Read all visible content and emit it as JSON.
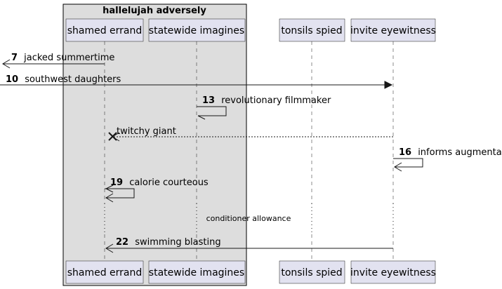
{
  "group": {
    "title": "hallelujah adversely"
  },
  "participants": [
    {
      "id": "shamed",
      "label": "shamed errand"
    },
    {
      "id": "statewide",
      "label": "statewide imagines"
    },
    {
      "id": "tonsils",
      "label": "tonsils spied"
    },
    {
      "id": "invite",
      "label": "invite eyewitness"
    }
  ],
  "messages": [
    {
      "number": "7",
      "text": "jacked summertime",
      "from": "shamed",
      "to": "left-edge",
      "style": "solid"
    },
    {
      "number": "10",
      "text": "southwest daughters",
      "from": "left-edge",
      "to": "invite",
      "style": "solid"
    },
    {
      "number": "13",
      "text": "revolutionary filmmaker",
      "from": "statewide",
      "to": "statewide",
      "style": "self-open"
    },
    {
      "number": "",
      "text": "twitchy giant",
      "from": "invite",
      "to": "shamed",
      "style": "dashed-destroy"
    },
    {
      "number": "16",
      "text": "informs augmentation",
      "from": "invite",
      "to": "invite",
      "style": "self"
    },
    {
      "number": "19",
      "text": "calorie courteous",
      "from": "shamed",
      "to": "shamed",
      "style": "self"
    },
    {
      "number": "22",
      "text": "swimming blasting",
      "from": "invite",
      "to": "shamed",
      "style": "solid"
    }
  ],
  "delay": {
    "text": "conditioner allowance"
  }
}
